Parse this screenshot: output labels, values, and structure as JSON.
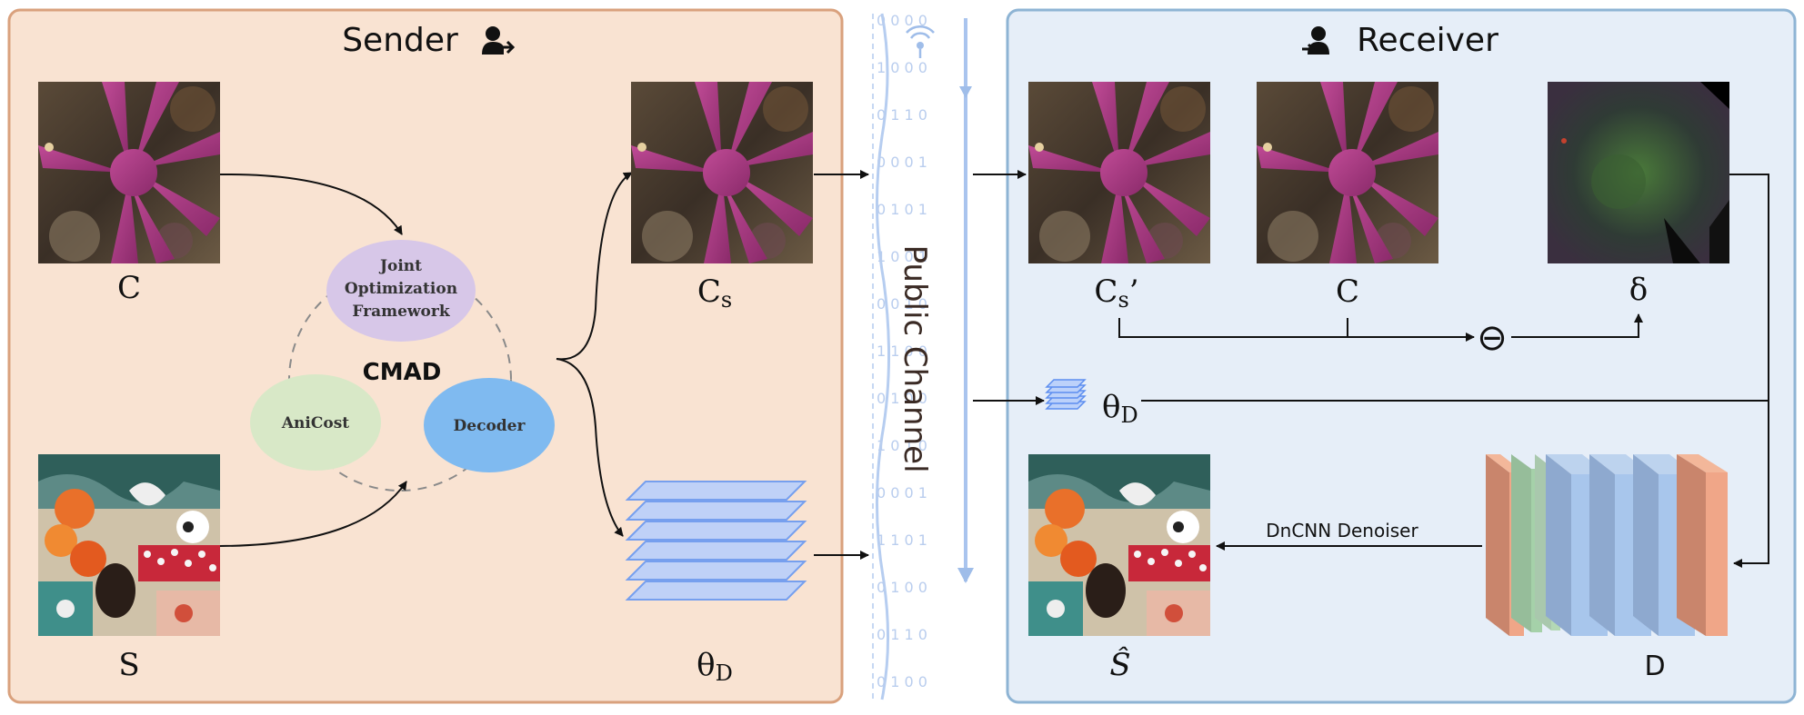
{
  "sender": {
    "title": "Sender"
  },
  "receiver": {
    "title": "Receiver"
  },
  "channel": {
    "label": "Public Channel",
    "bits": [
      "0 0 0 0",
      "1 0 0 0",
      "0 1 1 0",
      "0 0 0 1",
      "0 1 0 1",
      "1 0 0 1",
      "0 0 1 0",
      "1 1 0 0",
      "0 1 0 0",
      "1 0 1 0",
      "0 0 0 1",
      "1 1 0 1",
      "0 1 0 0",
      "0 1 1 0",
      "0 1 0 0"
    ]
  },
  "labels": {
    "cover": "C",
    "secret": "S",
    "stego": "C",
    "stego_sub": "s",
    "stego_recv": "C",
    "stego_recv_sub": "s",
    "prime": "’",
    "cover_recv": "C",
    "delta": "δ",
    "theta": "θ",
    "theta_sub": "D",
    "recovered": "Ŝ",
    "decoder_net": "D",
    "minus": "⊖"
  },
  "cmad": {
    "title": "CMAD",
    "joint": [
      "Joint",
      "Optimization",
      "Framework"
    ],
    "anicost": "AniCost",
    "decoder": "Decoder"
  },
  "denoiser": "DnCNN Denoiser",
  "colors": {
    "sender_bg": "#f9e3d2",
    "sender_border": "#d9a17d",
    "receiver_bg": "#e6eef8",
    "receiver_border": "#8eb4d4",
    "joint": "#d7c7e8",
    "anicost": "#d8e8c7",
    "decoder": "#7fbaf0",
    "channel": "#a9c4ee"
  },
  "icons": [
    "user-send-icon",
    "user-receive-icon",
    "antenna-icon"
  ]
}
